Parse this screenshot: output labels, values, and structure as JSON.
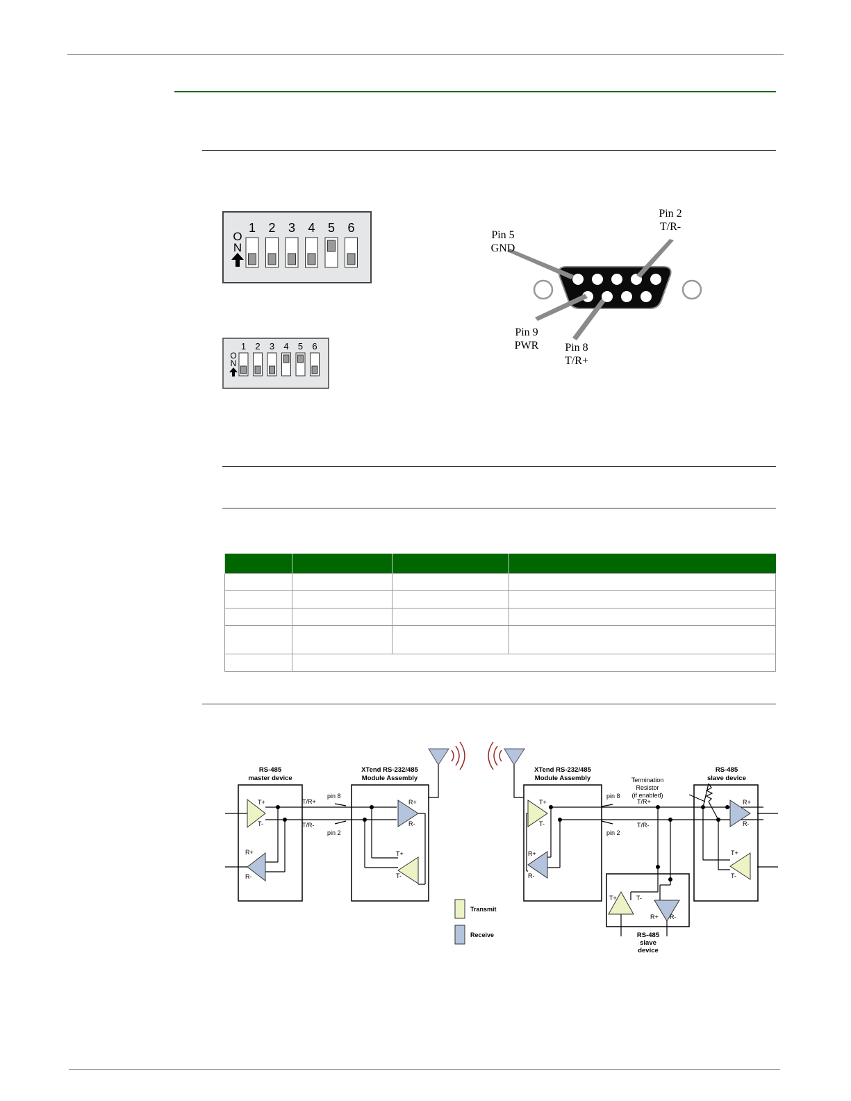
{
  "dip_switch": {
    "on_label": "ON",
    "numbers": [
      "1",
      "2",
      "3",
      "4",
      "5",
      "6"
    ],
    "large_toggle_states": [
      "off",
      "off",
      "off",
      "off",
      "on",
      "off"
    ],
    "small_toggle_states": [
      "off",
      "off",
      "off",
      "on",
      "on",
      "off"
    ]
  },
  "db9": {
    "pin5_label": "Pin 5",
    "pin5_sub": "GND",
    "pin2_label": "Pin 2",
    "pin2_sub": "T/R-",
    "pin9_label": "Pin 9",
    "pin9_sub": "PWR",
    "pin8_label": "Pin 8",
    "pin8_sub": "T/R+"
  },
  "spec_table": {
    "columns": 4,
    "rows": 5
  },
  "network": {
    "master_title_1": "RS-485",
    "master_title_2": "master device",
    "module_title_1": "XTend RS-232/485",
    "module_title_2": "Module Assembly",
    "slave_title_1": "RS-485",
    "slave_title_2": "slave device",
    "slave2_title_1": "RS-485",
    "slave2_title_2": "slave",
    "slave2_title_3": "device",
    "termination_1": "Termination",
    "termination_2": "Resistor",
    "termination_3": "(if enabled)",
    "t_plus": "T+",
    "t_minus": "T-",
    "r_plus": "R+",
    "r_minus": "R-",
    "tr_plus": "T/R+",
    "tr_minus": "T/R-",
    "pin8": "pin 8",
    "pin2": "pin 2",
    "legend_transmit": "Transmit",
    "legend_receive": "Receive"
  },
  "colors": {
    "accent_green": "#006600",
    "transmit_fill": "#eef3c6",
    "receive_fill": "#b4c4dc",
    "wave_red": "#9a2a2a"
  }
}
